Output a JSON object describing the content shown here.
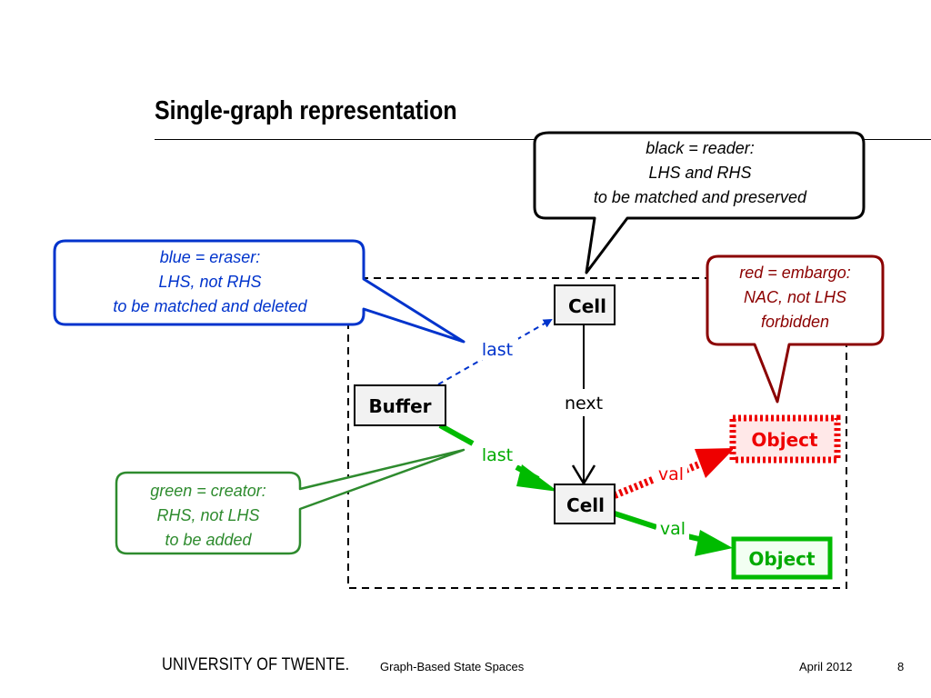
{
  "slide": {
    "title": "Single-graph representation"
  },
  "callouts": {
    "black": {
      "lines": [
        "black = reader:",
        "LHS and RHS",
        "to be matched and preserved"
      ],
      "color": "#000000"
    },
    "blue": {
      "lines": [
        "blue = eraser:",
        "LHS, not RHS",
        "to be matched and deleted"
      ],
      "color": "#0033cc"
    },
    "red": {
      "lines": [
        "red = embargo:",
        "NAC, not LHS",
        "forbidden"
      ],
      "color": "#8b0000"
    },
    "green": {
      "lines": [
        "green = creator:",
        "RHS, not LHS",
        "to be added"
      ],
      "color": "#2e8b2e"
    }
  },
  "graph": {
    "nodes": {
      "cell_top": "Cell",
      "buffer": "Buffer",
      "cell_bottom": "Cell",
      "object_red": "Object",
      "object_green": "Object"
    },
    "edges": {
      "last_blue": "last",
      "next": "next",
      "last_green": "last",
      "val_red": "val",
      "val_green": "val"
    },
    "colors": {
      "reader": "#000000",
      "eraser": "#0033cc",
      "creator": "#00bb00",
      "embargo": "#ee0000"
    }
  },
  "footer": {
    "university": "UNIVERSITY OF TWENTE.",
    "presentation": "Graph-Based State Spaces",
    "date": "April 2012",
    "page": "8"
  }
}
